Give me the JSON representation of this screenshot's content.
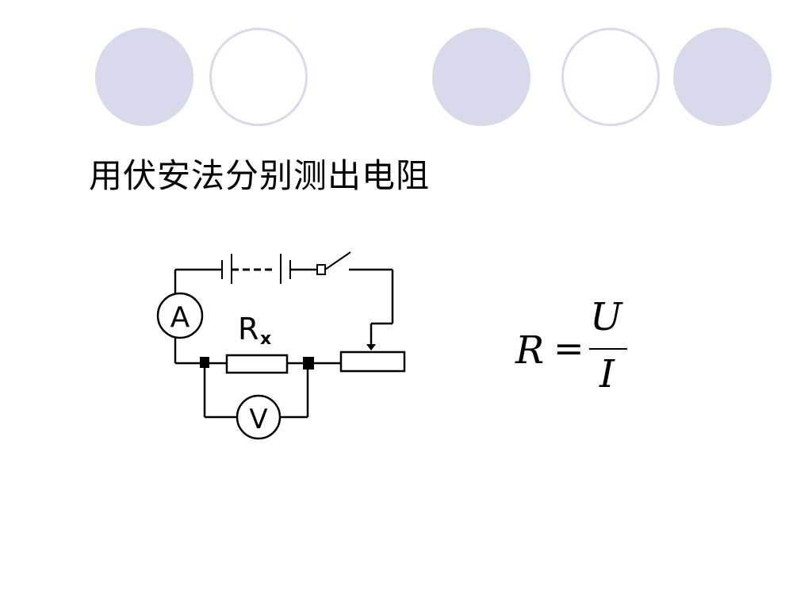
{
  "slide": {
    "title": "用伏安法分别测出电阻",
    "decor_circle_color": "#d9d9ec"
  },
  "circuit": {
    "ammeter_label": "A",
    "voltmeter_label": "V",
    "resistor_label": "Rx",
    "resistor_label_main": "R",
    "resistor_label_sub": "x"
  },
  "formula": {
    "lhs": "R",
    "equals": "=",
    "numerator": "U",
    "denominator": "I"
  }
}
